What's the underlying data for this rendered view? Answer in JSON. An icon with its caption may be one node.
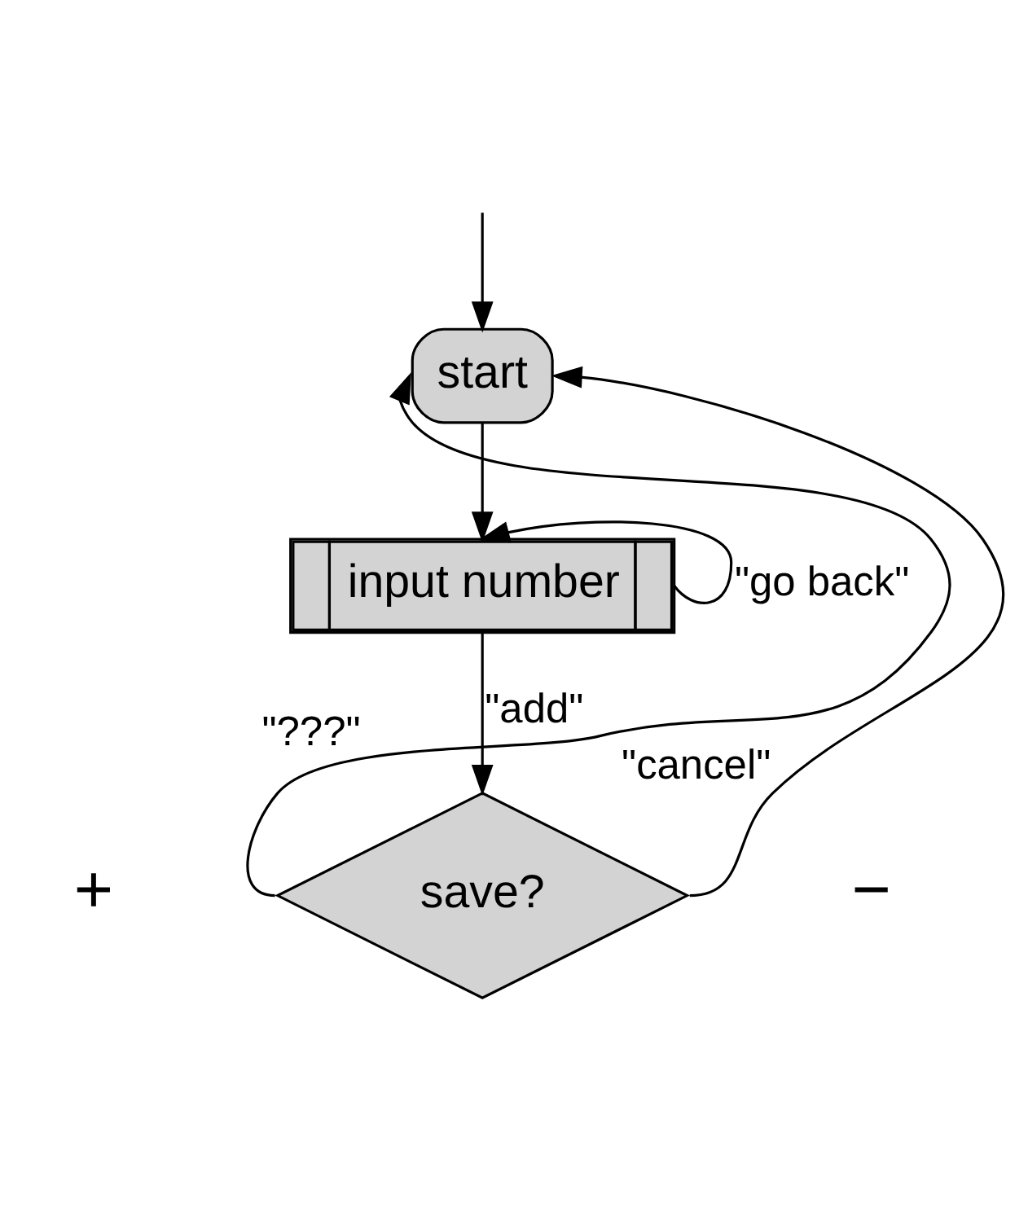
{
  "diagram": {
    "nodes": [
      {
        "text": [
          "start"
        ]
      },
      {
        "text": [
          "input number"
        ]
      },
      {
        "text": [
          "save?"
        ]
      }
    ],
    "edges": [
      {
        "from": null,
        "to": 0,
        "arrow": "to"
      },
      {
        "from": 0,
        "to": 1,
        "arrow": "to"
      },
      {
        "from": 1,
        "to": 1,
        "label": "\"go back\"",
        "arrow": "to"
      },
      {
        "from": 1,
        "to": 2,
        "label": "\"add\"",
        "arrow": "to"
      },
      {
        "from": 2,
        "to": 0,
        "label": "\"???\"",
        "arrow": "to"
      },
      {
        "from": 2,
        "to": 0,
        "label": "\"cancel\"",
        "arrow": "to"
      }
    ],
    "labels": [
      "+",
      "−"
    ]
  }
}
